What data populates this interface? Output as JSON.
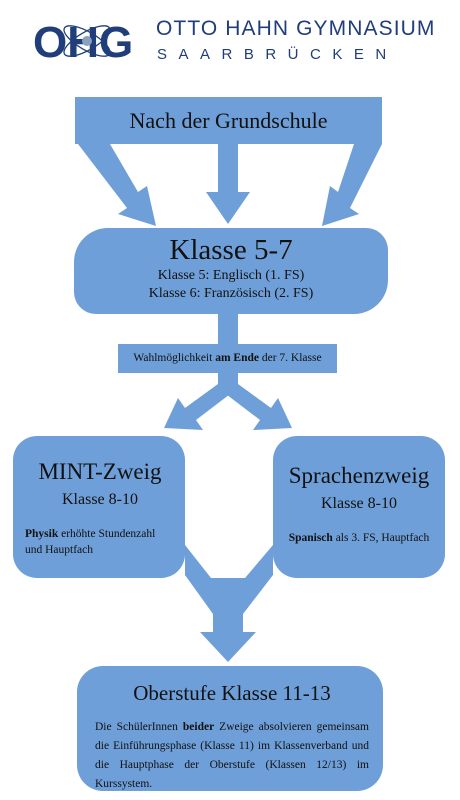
{
  "header": {
    "logo_text": "OHG",
    "school_name": "OTTO HAHN GYMNASIUM",
    "city": "SAARBRÜCKEN"
  },
  "colors": {
    "box_fill": "#6f9fd8",
    "arrow_fill": "#6f9fd8",
    "brand_navy": "#1f3e7a"
  },
  "flow": {
    "start": {
      "label": "Nach der Grundschule"
    },
    "klasse57": {
      "title": "Klasse 5-7",
      "line1": "Klasse 5: Englisch (1. FS)",
      "line2": "Klasse 6: Französisch (2. FS)"
    },
    "wahl": {
      "pre": "Wahlmöglichkeit ",
      "bold": "am Ende",
      "post": " der 7. Klasse"
    },
    "mint": {
      "title": "MINT-Zweig",
      "subtitle": "Klasse 8-10",
      "note_bold": "Physik",
      "note_text": " erhöhte Stundenzahl und Hauptfach"
    },
    "sprachen": {
      "title": "Sprachenzweig",
      "subtitle": "Klasse 8-10",
      "note_bold": "Spanisch",
      "note_text": " als 3. FS, Hauptfach"
    },
    "oberstufe": {
      "title": "Oberstufe Klasse 11-13",
      "text_pre": "Die SchülerInnen ",
      "text_bold": "beider",
      "text_post": " Zweige absolvieren gemeinsam die Einführungsphase (Klasse 11) im Klassenverband und die Hauptphase der Oberstufe (Klassen 12/13) im Kurssystem."
    }
  }
}
